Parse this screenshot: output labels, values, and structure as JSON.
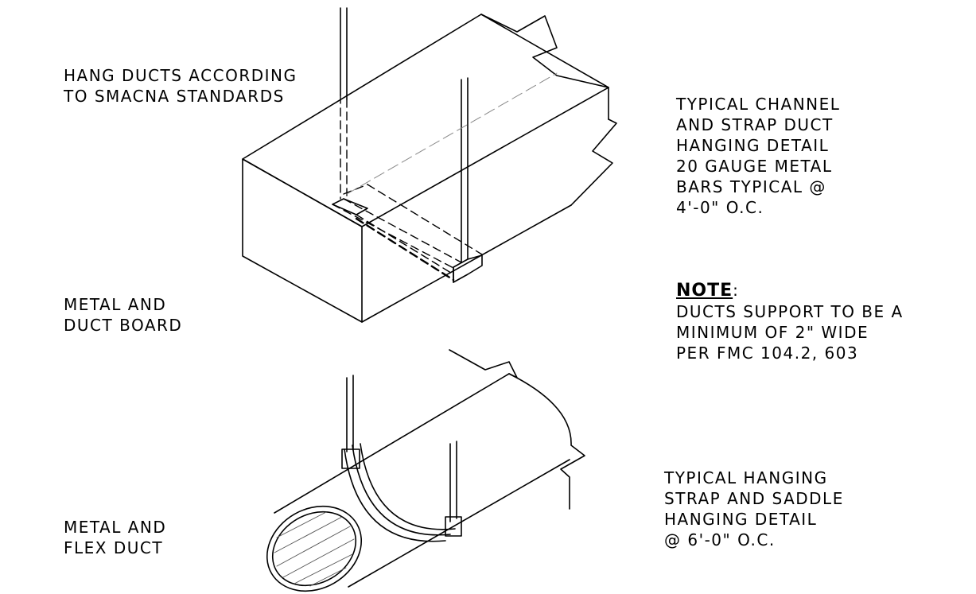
{
  "labels": {
    "hang_ducts": [
      "HANG DUCTS ACCORDING",
      "TO SMACNA STANDARDS"
    ],
    "metal_duct_board": [
      "METAL AND",
      "DUCT BOARD"
    ],
    "metal_flex_duct": [
      "METAL AND",
      "FLEX DUCT"
    ],
    "channel_strap_detail": [
      "TYPICAL CHANNEL",
      "AND STRAP DUCT",
      "HANGING DETAIL",
      "20 GAUGE METAL",
      "BARS TYPICAL @",
      "4'-0\" O.C."
    ],
    "note_heading": "NOTE",
    "note_colon": ":",
    "note_body": [
      "DUCTS SUPPORT TO BE A",
      "MINIMUM OF 2\" WIDE",
      "PER FMC 104.2, 603"
    ],
    "strap_saddle_detail": [
      "TYPICAL HANGING",
      "STRAP AND SADDLE",
      "HANGING DETAIL",
      "@ 6'-0\" O.C."
    ]
  },
  "colors": {
    "line": "#000000",
    "hidden_line": "#555555",
    "background": "#ffffff"
  }
}
